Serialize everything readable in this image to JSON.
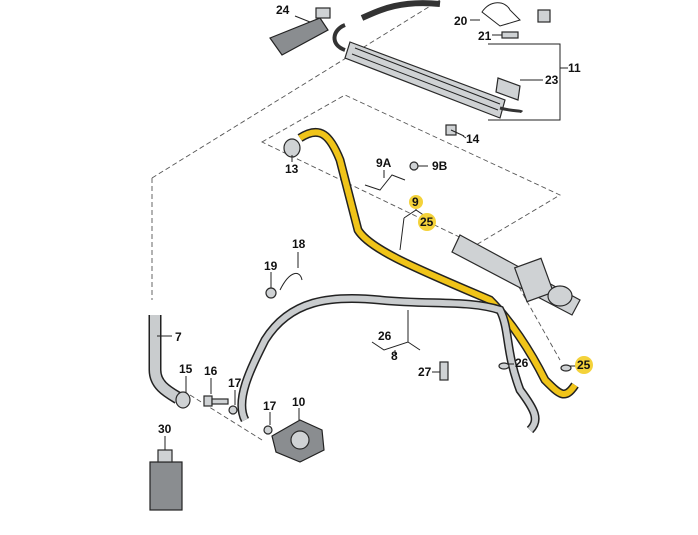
{
  "labels": {
    "p24": "24",
    "p20": "20",
    "p21": "21",
    "p23": "23",
    "p11": "11",
    "p14": "14",
    "p13": "13",
    "p9A": "9A",
    "p9B": "9B",
    "p9": "9",
    "p25a": "25",
    "p18": "18",
    "p19": "19",
    "p7": "7",
    "p26a": "26",
    "p8": "8",
    "p26b": "26",
    "p25b": "25",
    "p27": "27",
    "p15": "15",
    "p16": "16",
    "p17a": "17",
    "p17b": "17",
    "p10": "10",
    "p30": "30"
  },
  "colors": {
    "highlight": "#f4d23a",
    "hose_yellow": "#f0c419",
    "hose_gray": "#c9ccce",
    "outline": "#222222"
  }
}
